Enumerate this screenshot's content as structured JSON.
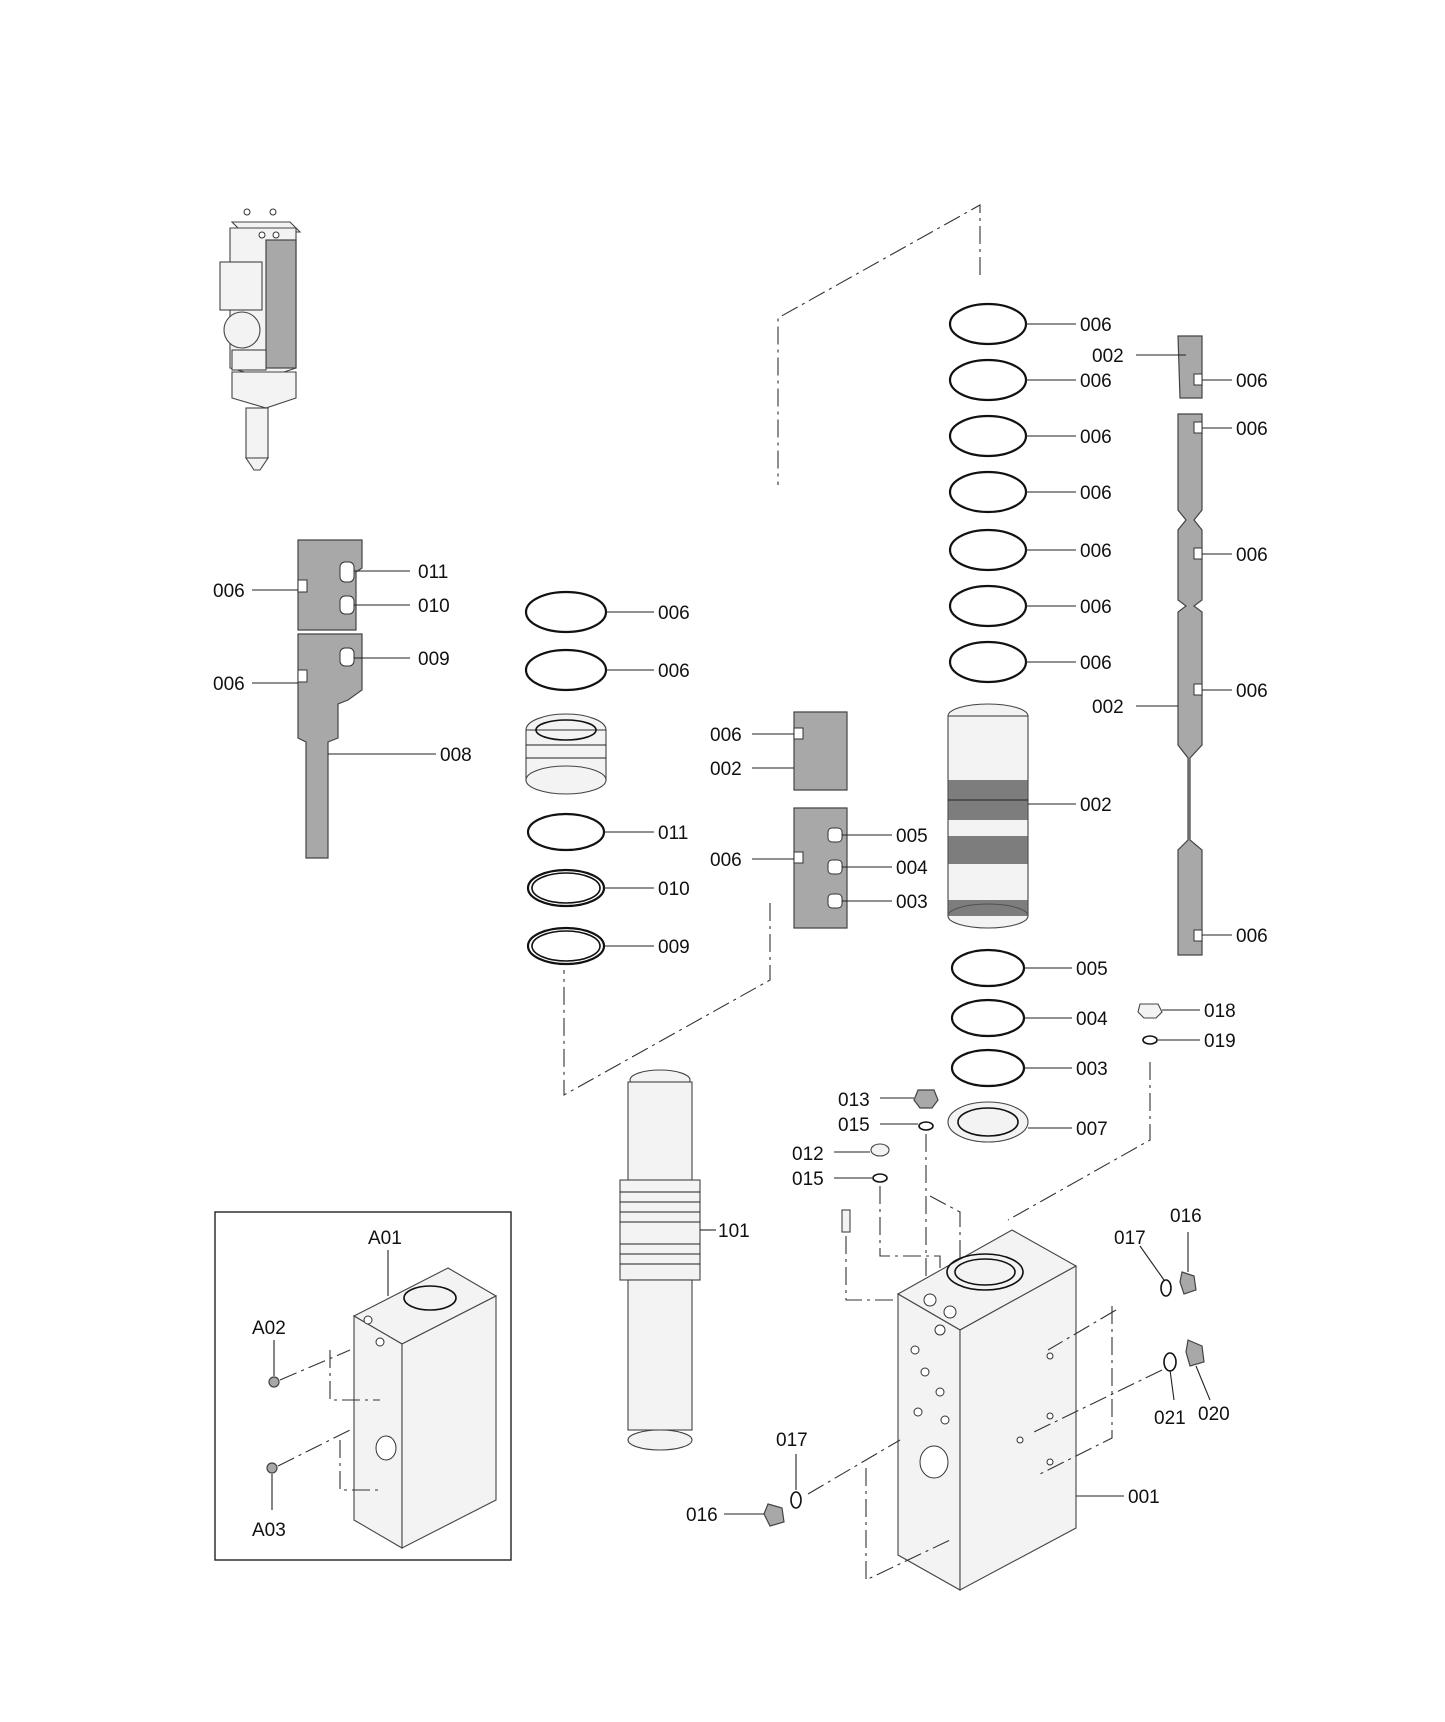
{
  "labels": {
    "l006_top1": "006",
    "l006_top2": "006",
    "l006_top3": "006",
    "l006_top4": "006",
    "l006_top5": "006",
    "l006_top6": "006",
    "l006_top7": "006",
    "l002_spool_right": "002",
    "l005_ring": "005",
    "l004_ring": "004",
    "l003_ring": "003",
    "l007_ring": "007",
    "l002_small_top": "002",
    "l006_small_top": "006",
    "l006_long1": "006",
    "l006_long2": "006",
    "l006_long3": "006",
    "l006_long4": "006",
    "l002_long": "002",
    "l018": "018",
    "l019": "019",
    "l006_left1": "006",
    "l006_left2": "006",
    "l011_left": "011",
    "l010_left": "010",
    "l009_left": "009",
    "l008": "008",
    "l006_mid1": "006",
    "l006_mid2": "006",
    "l011_mid": "011",
    "l010_mid": "010",
    "l009_mid": "009",
    "l006_c1": "006",
    "l002_c": "002",
    "l006_c2": "006",
    "l005_c": "005",
    "l004_c": "004",
    "l003_c": "003",
    "l013": "013",
    "l015_a": "015",
    "l012": "012",
    "l015_b": "015",
    "l101": "101",
    "l017_right": "017",
    "l016_right": "016",
    "l021": "021",
    "l020": "020",
    "l017_left": "017",
    "l016_left": "016",
    "l001": "001",
    "inset_a01": "A01",
    "inset_a02": "A02",
    "inset_a03": "A03"
  },
  "colors": {
    "part_fill": "#a8a8a8",
    "line": "#222222",
    "background": "#ffffff"
  },
  "icons": {
    "solenoid": "solenoid-valve-illustration",
    "block": "valve-body-block-illustration"
  }
}
